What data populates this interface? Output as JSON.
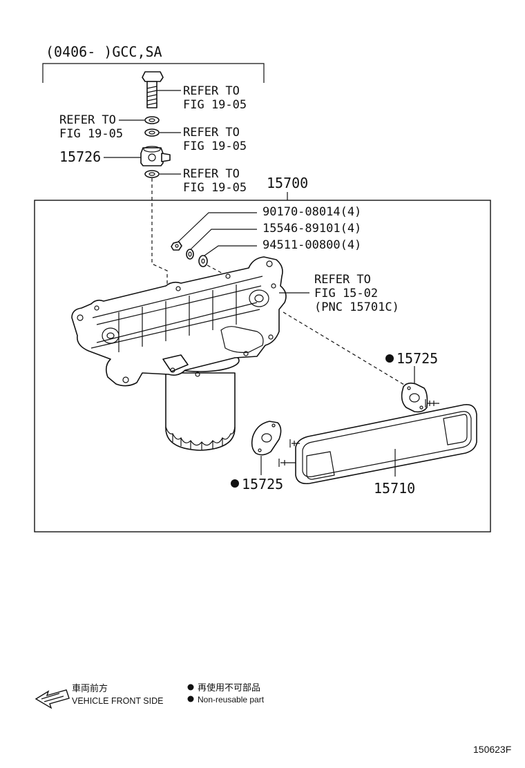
{
  "header": {
    "variant": "(0406-      )GCC,SA",
    "main_pnc": "15700"
  },
  "callouts": {
    "refer_bolt": [
      "REFER TO",
      "FIG 19-05"
    ],
    "refer_washer_left": [
      "REFER TO",
      "FIG 19-05"
    ],
    "refer_washer_right": [
      "REFER TO",
      "FIG 19-05"
    ],
    "refer_washer_bottom": [
      "REFER TO",
      "FIG 19-05"
    ],
    "refer_cover": [
      "REFER TO",
      "FIG 15-02",
      "(PNC 15701C)"
    ]
  },
  "parts": {
    "p15726": "15726",
    "nut": "90170-08014(4)",
    "washer_a": "15546-89101(4)",
    "washer_b": "94511-00800(4)",
    "gasket_right": "15725",
    "gasket_left": "15725",
    "cooler": "15710"
  },
  "legend": {
    "front_jp": "車両前方",
    "front_en": "VEHICLE FRONT SIDE",
    "nonreuse_jp": "再使用不可部品",
    "nonreuse_en": "Non-reusable part"
  },
  "figure_number": "150623F"
}
